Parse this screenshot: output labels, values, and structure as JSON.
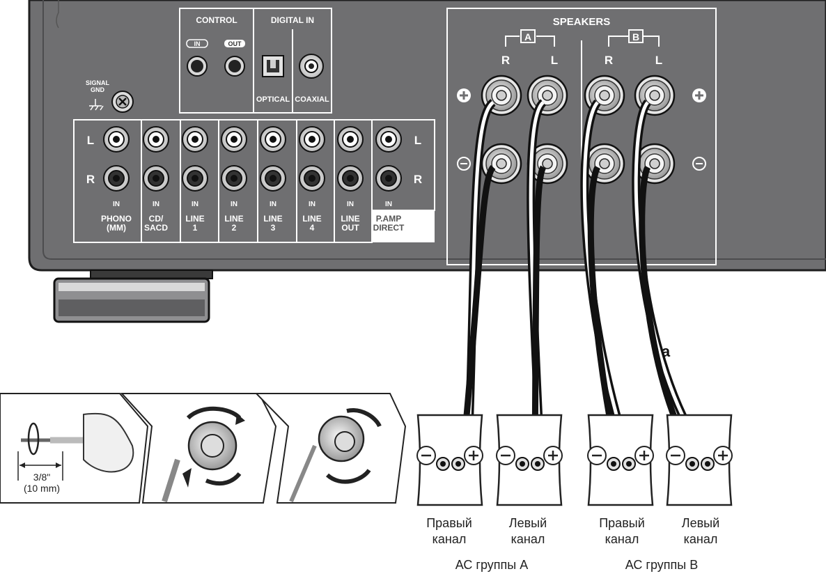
{
  "panel": {
    "control_title": "CONTROL",
    "control_in": "IN",
    "control_out": "OUT",
    "digital_in_title": "DIGITAL IN",
    "optical": "OPTICAL",
    "coaxial": "COAXIAL",
    "signal_gnd_line1": "SIGNAL",
    "signal_gnd_line2": "GND",
    "side_L": "L",
    "side_R": "R",
    "in_label": "IN",
    "inputs": [
      {
        "line1": "PHONO",
        "line2": "(MM)"
      },
      {
        "line1": "CD/",
        "line2": "SACD"
      },
      {
        "line1": "LINE",
        "line2": "1"
      },
      {
        "line1": "LINE",
        "line2": "2"
      },
      {
        "line1": "LINE",
        "line2": "3"
      },
      {
        "line1": "LINE",
        "line2": "4"
      },
      {
        "line1": "LINE",
        "line2": "OUT"
      },
      {
        "line1": "P.AMP",
        "line2": "DIRECT"
      }
    ],
    "speakers_title": "SPEAKERS",
    "group_a": "A",
    "group_b": "B",
    "plus": "+",
    "minus": "−"
  },
  "callout_a": "a",
  "steps": {
    "length_inch": "3/8\"",
    "length_mm": "(10 mm)"
  },
  "speakers": [
    {
      "line1": "Правый",
      "line2": "канал"
    },
    {
      "line1": "Левый",
      "line2": "канал"
    },
    {
      "line1": "Правый",
      "line2": "канал"
    },
    {
      "line1": "Левый",
      "line2": "канал"
    }
  ],
  "groups": {
    "a": "АС группы A",
    "b": "АС группы B"
  },
  "colors": {
    "panel": "#6e6e70",
    "panel_edge": "#2a2a2a",
    "jack_ring": "#e6e6e6",
    "wire_black": "#111111",
    "wire_white": "#ffffff"
  }
}
